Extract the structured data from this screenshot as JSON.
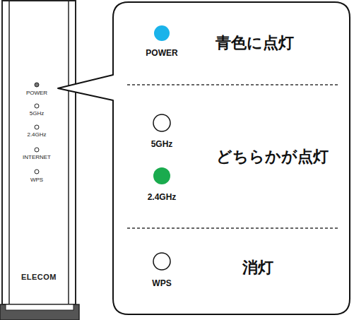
{
  "diagram": {
    "nodes": [
      {
        "text": [
          "ELECOM"
        ]
      },
      {
        "text": [
          "青色に点灯",
          "どちらかが点灯",
          "消灯"
        ]
      }
    ],
    "labels": [
      "POWER",
      "5GHz",
      "2.4GHz",
      "INTERNET",
      "WPS",
      "POWER",
      "5GHz",
      "2.4GHz",
      "WPS"
    ]
  }
}
